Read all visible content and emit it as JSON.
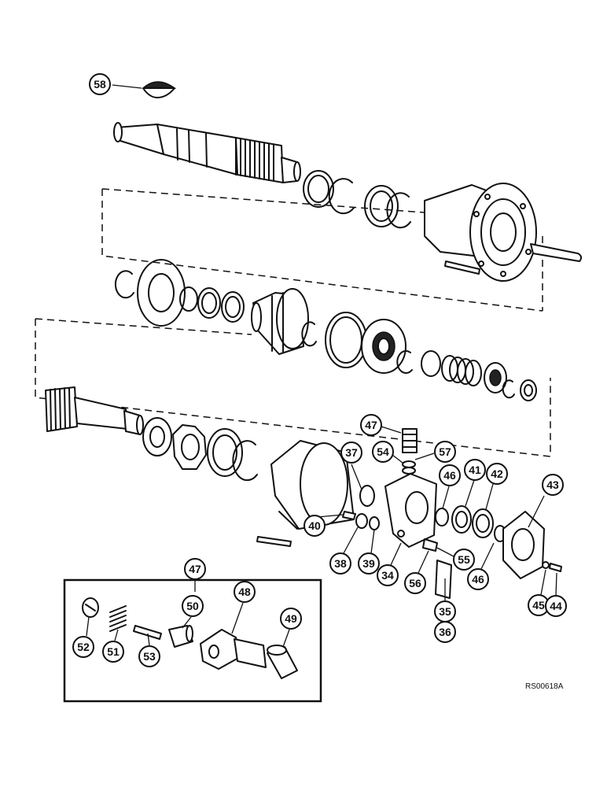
{
  "callouts": {
    "c58": "58",
    "c47top": "47",
    "c54": "54",
    "c57": "57",
    "c37": "37",
    "c46a": "46",
    "c41": "41",
    "c42": "42",
    "c43": "43",
    "c40": "40",
    "c38": "38",
    "c39": "39",
    "c34": "34",
    "c56": "56",
    "c55": "55",
    "c46b": "46",
    "c35": "35",
    "c36": "36",
    "c45": "45",
    "c44": "44",
    "c47box": "47",
    "c50": "50",
    "c48": "48",
    "c49": "49",
    "c52": "52",
    "c51": "51",
    "c53": "53"
  },
  "reference_code": "RS00618A"
}
